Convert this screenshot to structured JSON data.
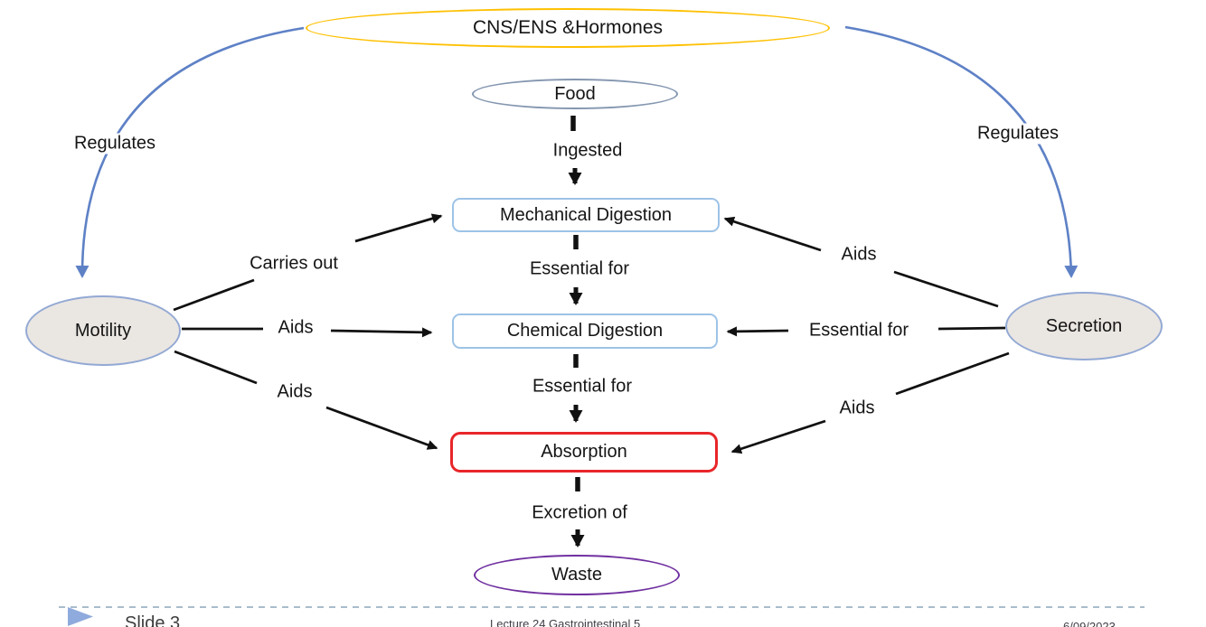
{
  "diagram": {
    "title_ellipse": {
      "label": "CNS/ENS &Hormones"
    },
    "nodes": {
      "food": {
        "label": "Food"
      },
      "mechanical": {
        "label": "Mechanical Digestion"
      },
      "chemical": {
        "label": "Chemical Digestion"
      },
      "absorption": {
        "label": "Absorption"
      },
      "waste": {
        "label": "Waste"
      },
      "motility": {
        "label": "Motility"
      },
      "secretion": {
        "label": "Secretion"
      }
    },
    "edge_labels": {
      "ingested": "Ingested",
      "essential_for_1": "Essential for",
      "essential_for_2": "Essential for",
      "excretion_of": "Excretion of",
      "regulates_left": "Regulates",
      "regulates_right": "Regulates",
      "carries_out": "Carries out",
      "motility_aids_chemical": "Aids",
      "motility_aids_absorption": "Aids",
      "secretion_aids_mechanical": "Aids",
      "secretion_essential_chemical": "Essential for",
      "secretion_aids_absorption": "Aids"
    },
    "colors": {
      "title_border": "#FFC000",
      "food_border": "#8496B0",
      "digestion_box_border": "#9DC3E6",
      "absorption_border": "#E8262A",
      "waste_border": "#7030A0",
      "organ_fill": "#EAE6E2",
      "organ_border": "#93A9D4",
      "regulate_arrow": "#5E81C6",
      "connector": "#111111"
    }
  },
  "footer": {
    "bullet_icon": "right-pointing-triangle",
    "slide_label": "Slide 3",
    "lecture_label": "Lecture 24 Gastrointestinal 5",
    "date": "6/09/2023",
    "divider_color": "#A9BCCB",
    "triangle_color": "#8FAADC"
  }
}
